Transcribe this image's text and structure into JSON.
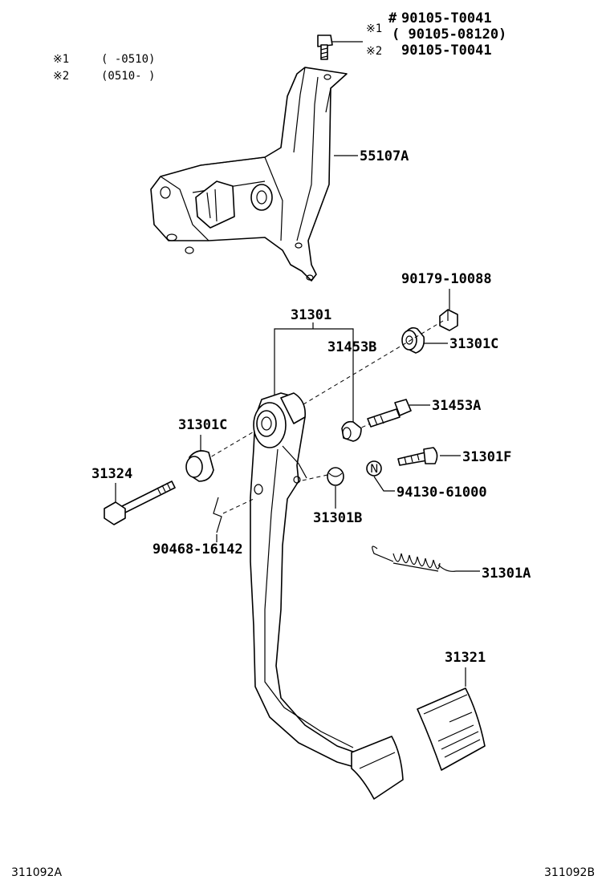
{
  "notes": {
    "n1_mark": "※1",
    "n1_range": "(      -0510)",
    "n2_mark": "※2",
    "n2_range": "(0510-      )"
  },
  "bolt_callout": {
    "line1_mark": "※1",
    "line1_hash": "#",
    "line1_part": "90105-T0041",
    "line2_part": "( 90105-08120)",
    "line3_mark": "※2",
    "line3_part": "90105-T0041"
  },
  "parts": {
    "bracket": "55107A",
    "nut": "90179-10088",
    "pedal_assy": "31301",
    "bushing_right": "31301C",
    "collar": "31453B",
    "bolt_pin": "31453A",
    "bushing_left": "31301C",
    "screw": "31301F",
    "bolt_long": "31324",
    "n_mark": "N",
    "n_part": "94130-61000",
    "stopper": "31301B",
    "clip": "90468-16142",
    "spring": "31301A",
    "pad": "31321"
  },
  "footer": {
    "left_code": "311092A",
    "right_code": "311092B"
  }
}
